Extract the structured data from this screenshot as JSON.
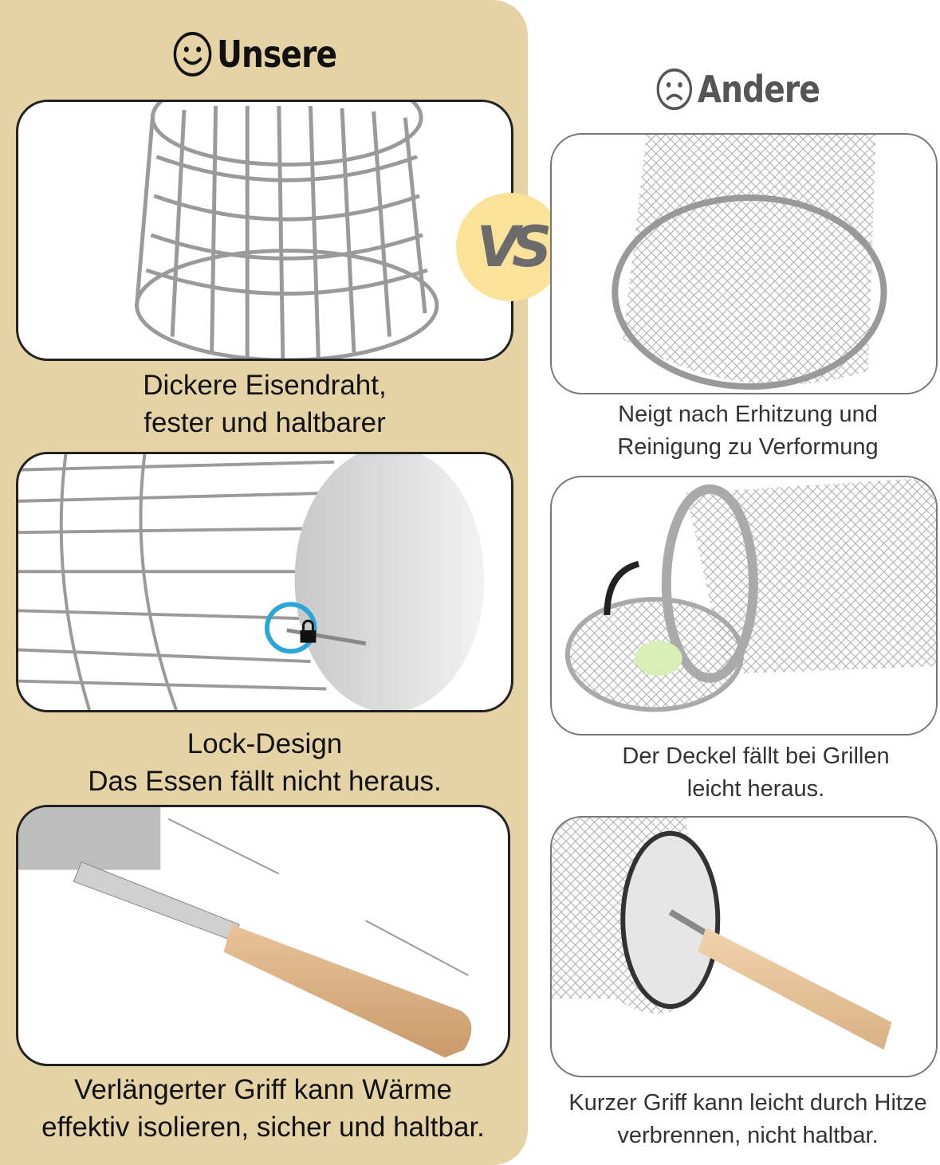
{
  "ours": {
    "title": "Unsere",
    "icon": "smiley-happy-icon",
    "items": [
      {
        "lines": [
          "Dickere Eisendraht,",
          "fester und haltbarer"
        ]
      },
      {
        "lines": [
          "Lock-Design",
          "Das Essen fällt nicht heraus."
        ]
      },
      {
        "lines": [
          "Verlängerter Griff kann Wärme",
          "effektiv isolieren, sicher und haltbar."
        ]
      }
    ]
  },
  "others": {
    "title": "Andere",
    "icon": "smiley-sad-icon",
    "items": [
      {
        "lines": [
          "Neigt nach Erhitzung und",
          "Reinigung zu Verformung"
        ]
      },
      {
        "lines": [
          "Der Deckel fällt bei Grillen",
          "leicht heraus."
        ]
      },
      {
        "lines": [
          "Kurzer Griff kann leicht durch Hitze",
          "verbrennen, nicht haltbar."
        ]
      }
    ]
  },
  "vs_label": "VS",
  "colors": {
    "panel": "#e5d3a6",
    "vs_badge": "#fbe29a",
    "vs_text": "#6b6b6b"
  }
}
